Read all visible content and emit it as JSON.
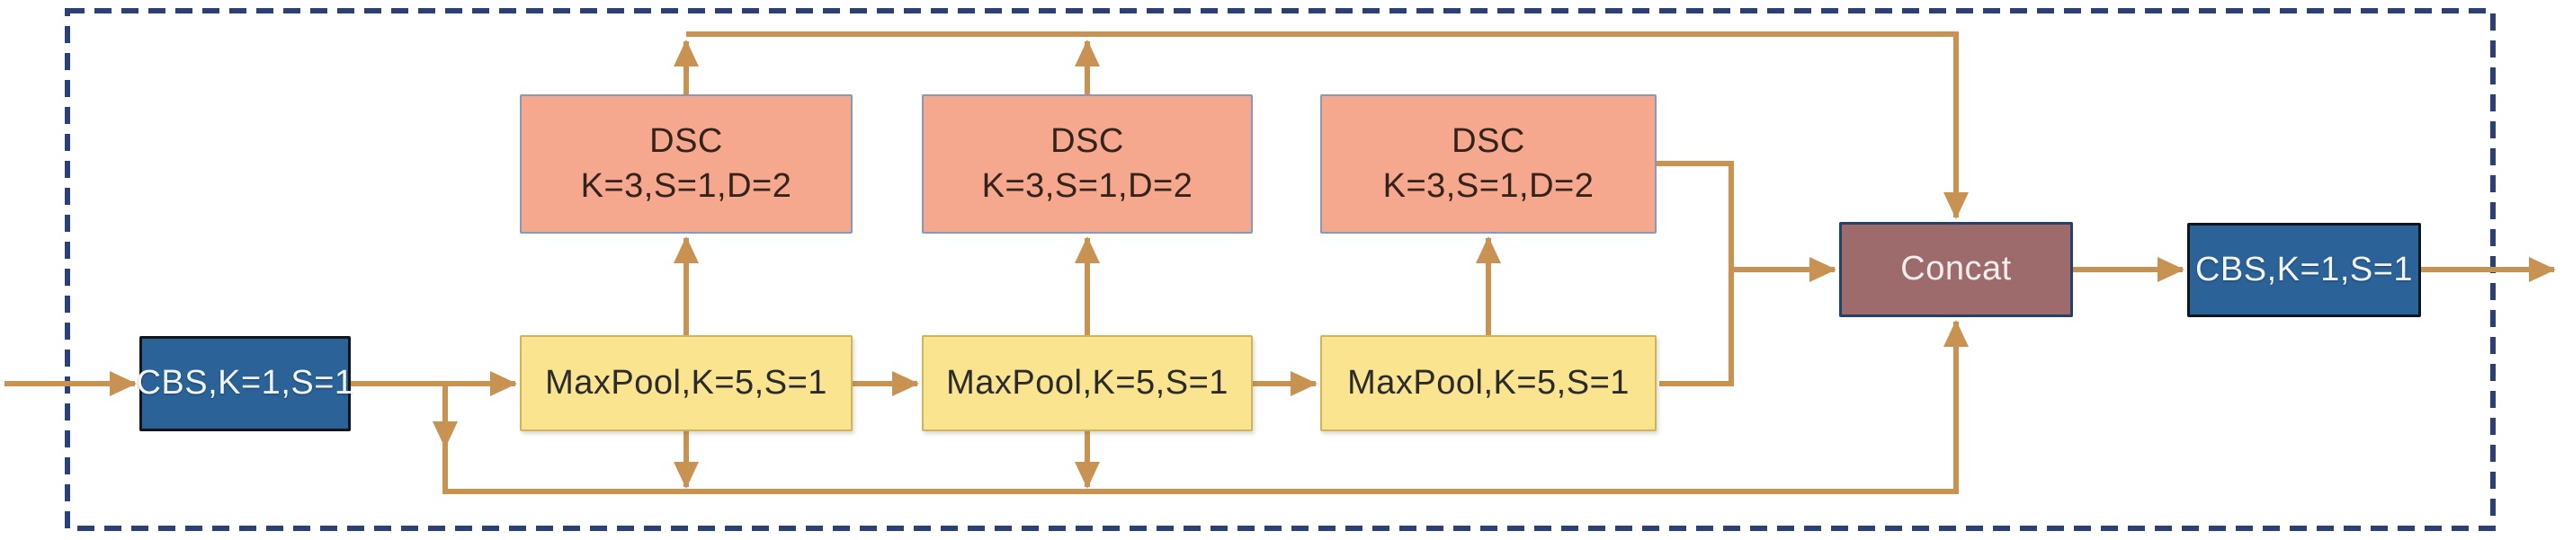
{
  "diagram": {
    "blocks": {
      "cbs_in": {
        "label": "CBS,K=1,S=1"
      },
      "maxpool1": {
        "label": "MaxPool,K=5,S=1"
      },
      "maxpool2": {
        "label": "MaxPool,K=5,S=1"
      },
      "maxpool3": {
        "label": "MaxPool,K=5,S=1"
      },
      "dsc1": {
        "title": "DSC",
        "params": "K=3,S=1,D=2"
      },
      "dsc2": {
        "title": "DSC",
        "params": "K=3,S=1,D=2"
      },
      "dsc3": {
        "title": "DSC",
        "params": "K=3,S=1,D=2"
      },
      "concat": {
        "label": "Concat"
      },
      "cbs_out": {
        "label": "CBS,K=1,S=1"
      }
    },
    "colors": {
      "arrow": "#C89352",
      "dashed_border": "#2B4077",
      "cbs_fill": "#2B6399",
      "maxpool_fill": "#FAE48F",
      "maxpool_border": "#CDB45F",
      "dsc_fill": "#F5A88E",
      "dsc_border": "#8799BA",
      "concat_fill": "#9D6B6B",
      "concat_border": "#24416B"
    }
  }
}
